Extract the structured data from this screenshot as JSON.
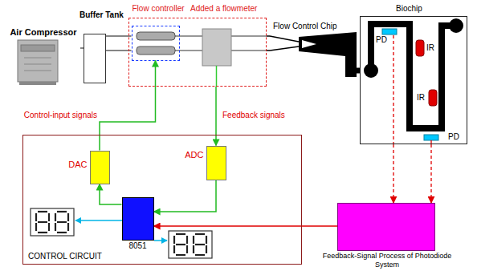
{
  "diagram": {
    "nodes": [
      {
        "text": [
          "Air Compressor"
        ]
      },
      {
        "text": [
          "Buffer Tank"
        ]
      },
      {
        "text": [
          "Added a flowmeter"
        ]
      },
      {
        "text": [
          "Flow controller"
        ],
        "in": 2
      },
      {
        "text": [
          "Flow Control Chip"
        ]
      },
      {
        "text": [
          "Biochip"
        ]
      },
      {
        "text": [
          "CONTROL CIRCUIT"
        ]
      },
      {
        "text": [
          "DAC"
        ],
        "in": 6
      },
      {
        "text": [
          "ADC"
        ],
        "in": 6
      },
      {
        "text": [
          "8051"
        ],
        "in": 6
      },
      {
        "text": [
          "Feedback-Signal Process of Photodiode System"
        ]
      }
    ],
    "edges": [
      {
        "from": 0,
        "to": 1,
        "arrow": "none"
      },
      {
        "from": 1,
        "to": 3,
        "arrow": "none"
      },
      {
        "from": 1,
        "to": 3,
        "arrow": "none"
      },
      {
        "from": 2,
        "to": 4,
        "arrow": "none"
      },
      {
        "from": 2,
        "to": 4,
        "arrow": "none"
      },
      {
        "from": 4,
        "to": 5,
        "arrow": "none"
      },
      {
        "from": 7,
        "to": 3,
        "label": "Control-input signals",
        "arrow": "to"
      },
      {
        "from": 2,
        "to": 8,
        "label": "Feedback signals",
        "arrow": "to"
      },
      {
        "from": 9,
        "to": 7,
        "arrow": "to"
      },
      {
        "from": 8,
        "to": 9,
        "arrow": "to"
      },
      {
        "from": 10,
        "to": 9,
        "arrow": "to"
      },
      {
        "from": 5,
        "to": 10,
        "arrow": "to"
      },
      {
        "from": 5,
        "to": 10,
        "arrow": "to"
      }
    ],
    "labels": [
      "PD",
      "IR",
      "IR",
      "PD"
    ]
  }
}
